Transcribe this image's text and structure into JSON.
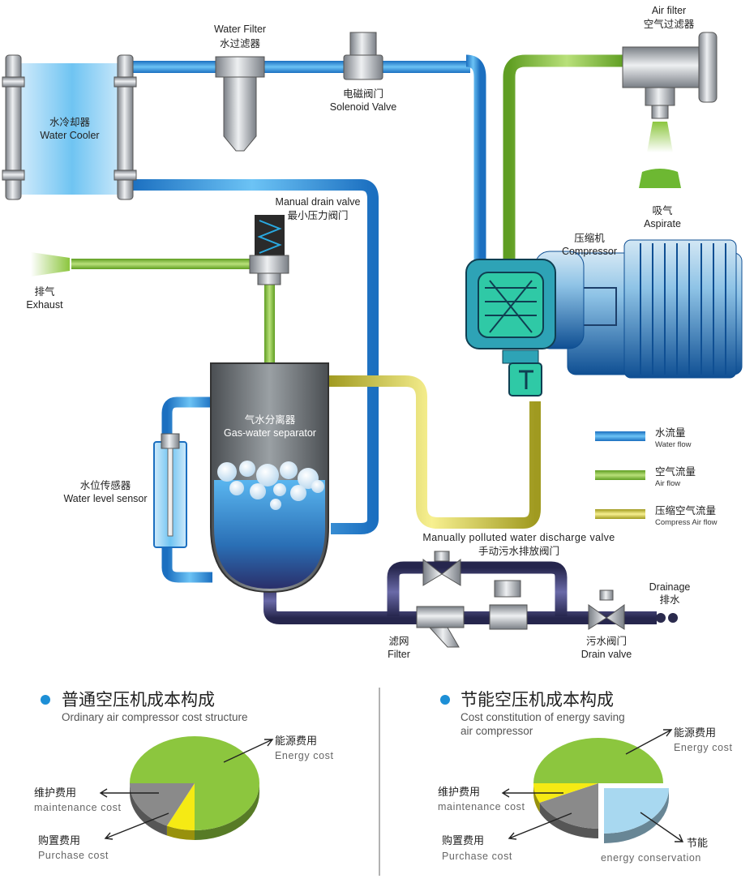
{
  "diagram": {
    "water_filter": {
      "en": "Water Filter",
      "cn": "水过滤器"
    },
    "solenoid_valve": {
      "cn": "电磁阀门",
      "en": "Solenoid Valve"
    },
    "air_filter": {
      "en": "Air filter",
      "cn": "空气过滤器"
    },
    "water_cooler": {
      "cn": "水冷却器",
      "en": "Water Cooler"
    },
    "manual_drain_valve": {
      "en": "Manual drain valve",
      "cn": "最小压力阀门"
    },
    "aspirate": {
      "cn": "吸气",
      "en": "Aspirate"
    },
    "compressor": {
      "cn": "压缩机",
      "en": "Compressor"
    },
    "exhaust": {
      "cn": "排气",
      "en": "Exhaust"
    },
    "gas_water_separator": {
      "cn": "气水分离器",
      "en": "Gas-water separator"
    },
    "water_level_sensor": {
      "cn": "水位传感器",
      "en": "Water level sensor"
    },
    "polluted_valve": {
      "en": "Manually polluted water discharge valve",
      "cn": "手动污水排放阀门"
    },
    "drainage": {
      "en": "Drainage",
      "cn": "排水"
    },
    "filter": {
      "cn": "滤网",
      "en": "Filter"
    },
    "drain_valve": {
      "cn": "污水阀门",
      "en": "Drain valve"
    }
  },
  "legend": [
    {
      "cn": "水流量",
      "en": "Water flow",
      "color": "#2f93de"
    },
    {
      "cn": "空气流量",
      "en": "Air flow",
      "color": "#8cc63e"
    },
    {
      "cn": "压缩空气流量",
      "en": "Compress Air flow",
      "color": "#e8e030"
    }
  ],
  "chart_data": [
    {
      "type": "pie",
      "title": "普通空压机成本构成",
      "subtitle": "Ordinary air compressor cost structure",
      "slices": [
        {
          "cn": "能源费用",
          "en": "Energy cost",
          "value": 75,
          "color": "#8cc63e"
        },
        {
          "cn": "维护费用",
          "en": "maintenance cost",
          "value": 7,
          "color": "#f5ea14"
        },
        {
          "cn": "购置费用",
          "en": "Purchase cost",
          "value": 18,
          "color": "#8a8a8a"
        }
      ]
    },
    {
      "type": "pie",
      "title": "节能空压机成本构成",
      "subtitle_lines": [
        "Cost constitution of energy saving",
        "air compressor"
      ],
      "slices": [
        {
          "cn": "能源费用",
          "en": "Energy cost",
          "value": 50,
          "color": "#8cc63e"
        },
        {
          "cn": "节能",
          "en": "energy conservation",
          "value": 25,
          "color": "#a8d8f0"
        },
        {
          "cn": "购置费用",
          "en": "Purchase cost",
          "value": 18,
          "color": "#8a8a8a"
        },
        {
          "cn": "维护费用",
          "en": "maintenance cost",
          "value": 7,
          "color": "#f5ea14"
        }
      ]
    }
  ]
}
